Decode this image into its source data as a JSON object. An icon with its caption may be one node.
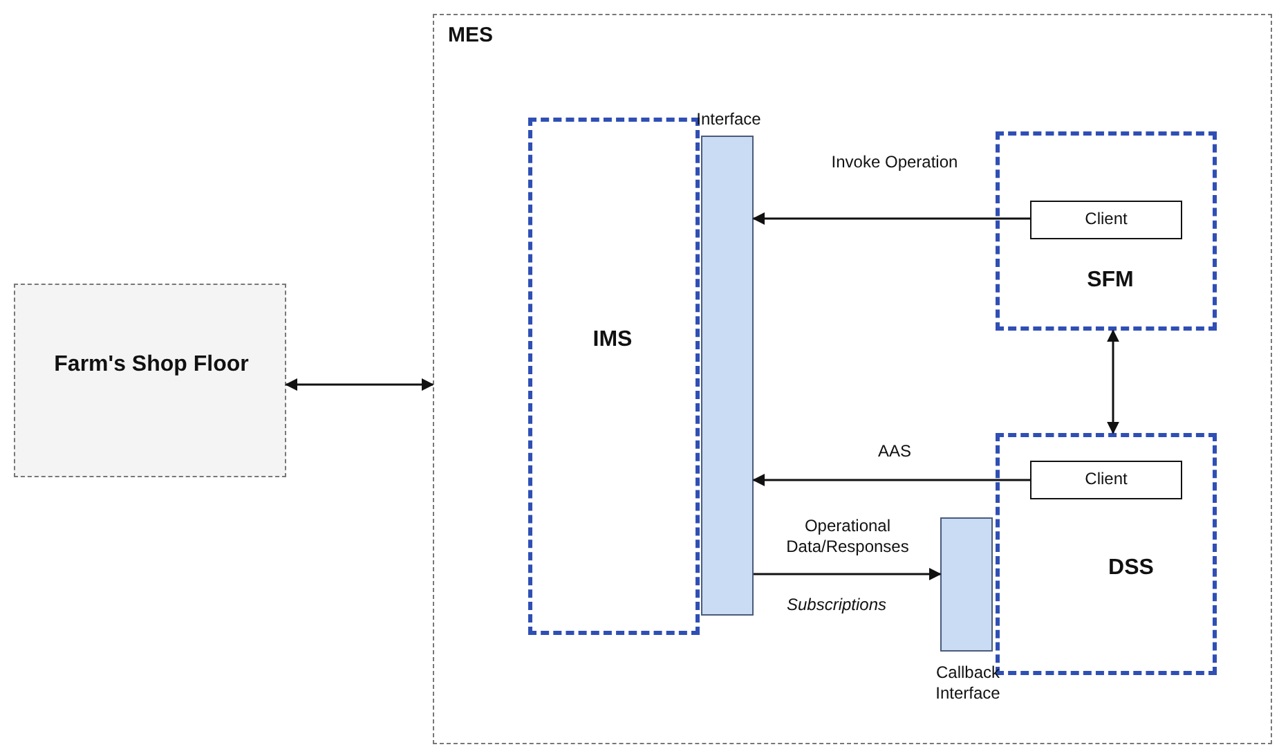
{
  "diagram": {
    "nodes": [
      {
        "text": [
          "Farm's Shop Floor"
        ]
      },
      {
        "text": [
          "MES"
        ]
      },
      {
        "text": [
          "IMS"
        ],
        "in": 1
      },
      {
        "text": [
          "Interface"
        ],
        "in": 1
      },
      {
        "text": [
          "SFM"
        ],
        "in": 1
      },
      {
        "text": [
          "Client"
        ],
        "in": 4
      },
      {
        "text": [
          "DSS"
        ],
        "in": 1
      },
      {
        "text": [
          "Client"
        ],
        "in": 6
      },
      {
        "text": [
          "Callback Interface"
        ],
        "in": 1
      }
    ],
    "edges": [
      {
        "from": 0,
        "to": 1,
        "arrow": "both"
      },
      {
        "from": 5,
        "to": 3,
        "arrow": "to",
        "label": "Invoke Operation"
      },
      {
        "from": 4,
        "to": 6,
        "arrow": "both"
      },
      {
        "from": 7,
        "to": 3,
        "arrow": "to",
        "label": "AAS"
      },
      {
        "from": 3,
        "to": 8,
        "arrow": "to",
        "label": "Operational Data/Responses"
      }
    ],
    "labels": [
      "Subscriptions"
    ]
  }
}
